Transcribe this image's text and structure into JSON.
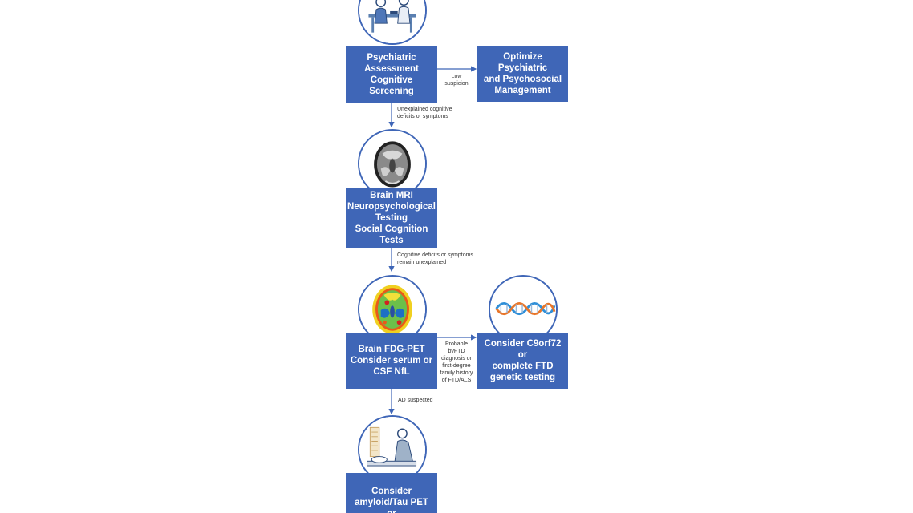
{
  "nodes": {
    "psych_assessment": "Psychiatric\nAssessment\nCognitive Screening",
    "optimize": "Optimize Psychiatric\nand Psychosocial\nManagement",
    "brain_mri": "Brain MRI\nNeuropsychological\nTesting\nSocial Cognition Tests",
    "fdg_pet": "Brain FDG-PET\nConsider  serum or\nCSF NfL",
    "genetic": "Consider C9orf72 or\ncomplete FTD\ngenetic testing",
    "amyloid": "Consider\namyloid/Tau PET or\nCSF biomarkers"
  },
  "edges": {
    "low_suspicion": "Low\nsuspicion",
    "unexplained": "Unexplained cognitive\ndeficits or symptoms",
    "remain_unexplained": "Cognitive deficits or symptoms\nremain unexplained",
    "probable_bvftd": "Probable bvFTD\ndiagnosis or\nfirst-degree\nfamily history\nof FTD/ALS",
    "ad_suspected": "AD suspected"
  },
  "icons": {
    "psych": "doctor-patient-consultation-icon",
    "mri": "brain-mri-scan-icon",
    "pet": "brain-pet-heatmap-icon",
    "dna": "dna-helix-icon",
    "procedure": "lumbar-puncture-procedure-icon"
  },
  "colors": {
    "box": "#3f66b7",
    "arrow": "#3f66b7",
    "text_on_box": "#ffffff"
  }
}
